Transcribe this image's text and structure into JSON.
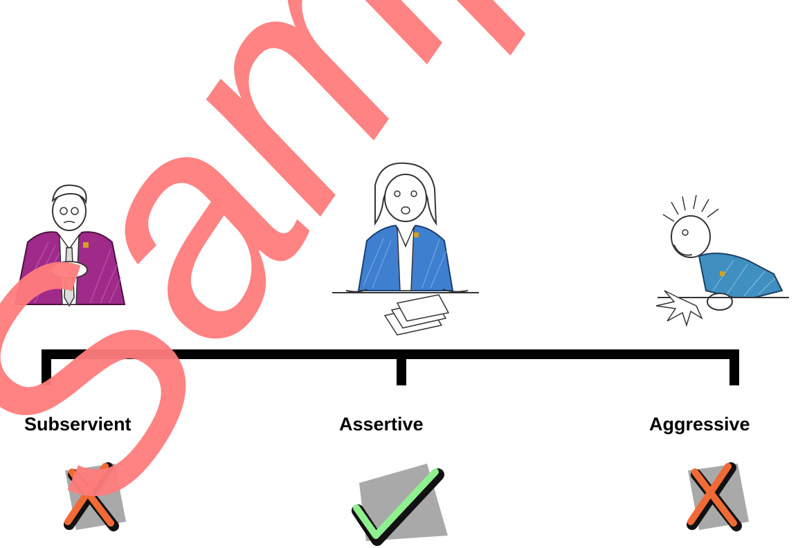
{
  "scale": {
    "labels": {
      "left": "Subservient",
      "middle": "Assertive",
      "right": "Aggressive"
    },
    "marks": {
      "left": "cross-icon",
      "middle": "check-icon",
      "right": "cross-icon"
    }
  },
  "watermark": {
    "text": "Sample",
    "color": "#ff7d7d"
  },
  "colors": {
    "subservient_jacket": "#a02a8a",
    "assertive_jacket": "#3f7fd0",
    "aggressive_jacket": "#3f8fc0",
    "cross": "#f06a35",
    "check": "#8ff08f",
    "mark_bg": "#a9a9a9",
    "bar": "#000000"
  }
}
